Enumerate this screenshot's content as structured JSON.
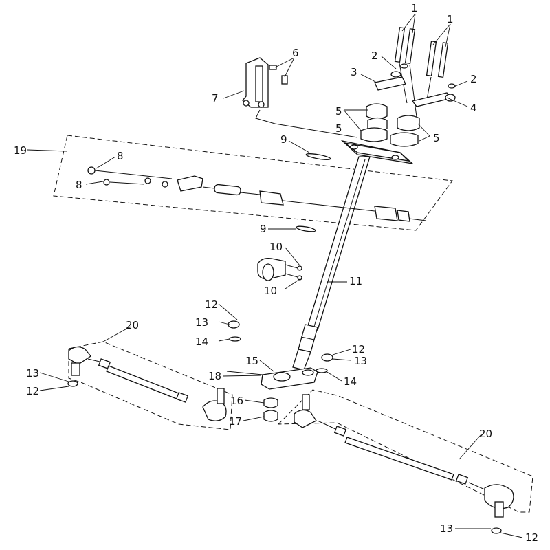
{
  "callouts": {
    "c1a": "1",
    "c1b": "1",
    "c2a": "2",
    "c2b": "2",
    "c3": "3",
    "c4": "4",
    "c5a": "5",
    "c5b": "5",
    "c5c": "5",
    "c6": "6",
    "c7": "7",
    "c8a": "8",
    "c8b": "8",
    "c9a": "9",
    "c9b": "9",
    "c10a": "10",
    "c10b": "10",
    "c11": "11",
    "c12a": "12",
    "c12b": "12",
    "c12c": "12",
    "c12d": "12",
    "c13a": "13",
    "c13b": "13",
    "c13c": "13",
    "c13d": "13",
    "c14a": "14",
    "c14b": "14",
    "c15": "15",
    "c16": "16",
    "c17": "17",
    "c18": "18",
    "c19": "19",
    "c20a": "20",
    "c20b": "20"
  }
}
